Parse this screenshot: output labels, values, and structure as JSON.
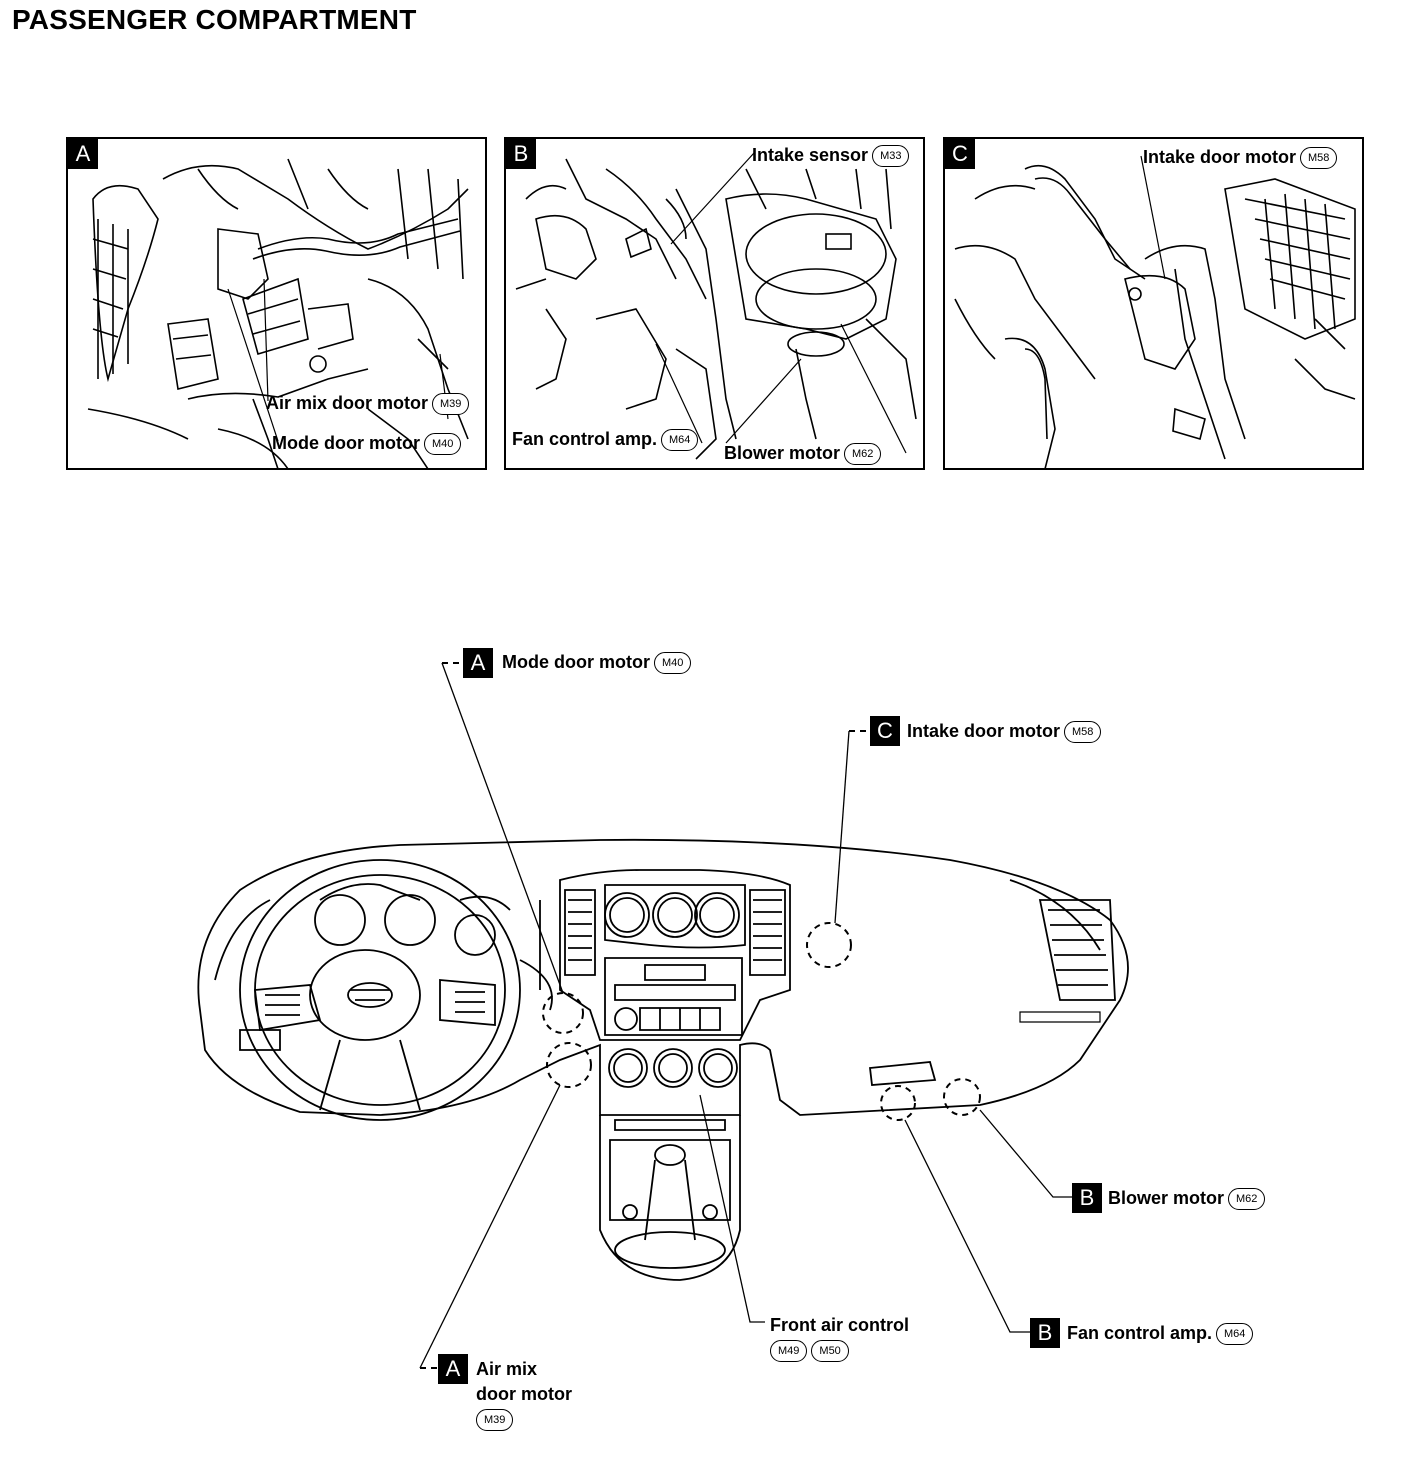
{
  "page": {
    "title": "PASSENGER COMPARTMENT"
  },
  "panels": {
    "A": {
      "badge": "A",
      "labels": {
        "air_mix": {
          "text": "Air mix door motor",
          "code": "M39"
        },
        "mode": {
          "text": "Mode door motor",
          "code": "M40"
        }
      }
    },
    "B": {
      "badge": "B",
      "labels": {
        "intake_sensor": {
          "text": "Intake sensor",
          "code": "M33"
        },
        "fan_control": {
          "text": "Fan control amp.",
          "code": "M64"
        },
        "blower": {
          "text": "Blower motor",
          "code": "M62"
        }
      }
    },
    "C": {
      "badge": "C",
      "labels": {
        "intake_door": {
          "text": "Intake door motor",
          "code": "M58"
        }
      }
    }
  },
  "main": {
    "mode_door": {
      "badge": "A",
      "text": "Mode door motor",
      "code": "M40"
    },
    "intake_door": {
      "badge": "C",
      "text": "Intake door motor",
      "code": "M58"
    },
    "blower": {
      "badge": "B",
      "text": "Blower motor",
      "code": "M62"
    },
    "fan_control": {
      "badge": "B",
      "text": "Fan control amp.",
      "code": "M64"
    },
    "front_air_control": {
      "text": "Front air control",
      "code1": "M49",
      "code2": "M50"
    },
    "air_mix": {
      "badge": "A",
      "line1": "Air mix",
      "line2": "door motor",
      "code": "M39"
    }
  }
}
